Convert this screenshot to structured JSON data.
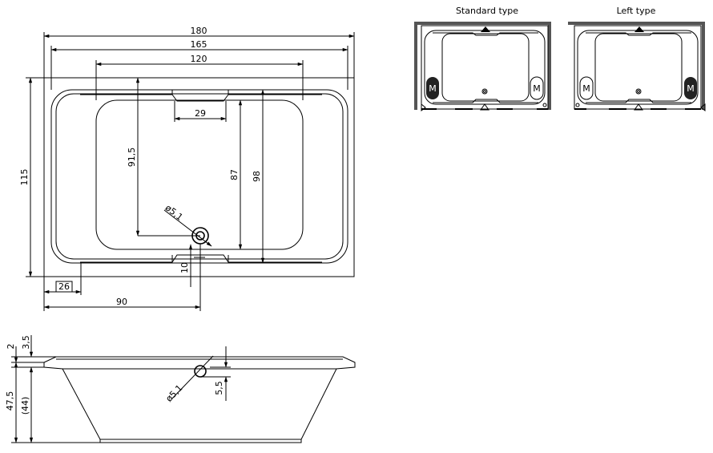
{
  "plan_dimensions": {
    "overall_length": "180",
    "inner_length": "165",
    "basin_length": "120",
    "headrest_gap": "29",
    "overall_width": "115",
    "drain_offset_depth": "91,5",
    "basin_width": "87",
    "inner_width": "98",
    "drain_diameter": "ø5,1",
    "edge_offset": "10",
    "corner_offset": "26",
    "drain_from_edge": "90"
  },
  "section_dimensions": {
    "rim_step": "3,5",
    "rim_thickness": "2",
    "overall_height": "47,5",
    "inner_depth": "(44)",
    "overflow_diameter": "ø5,1",
    "overflow_height": "5,5"
  },
  "variants": [
    {
      "title": "Standard type",
      "motor_label": "M"
    },
    {
      "title": "Left type",
      "motor_label": "M"
    }
  ]
}
